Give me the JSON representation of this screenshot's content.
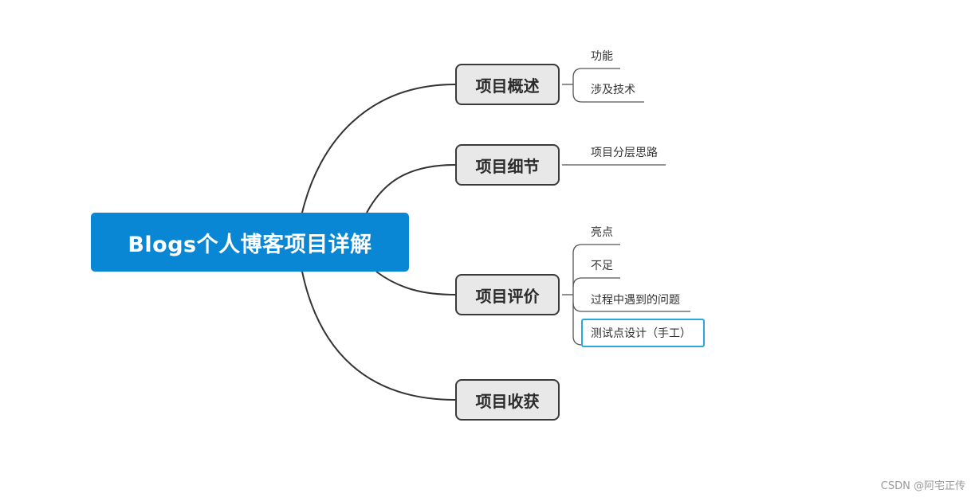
{
  "root": {
    "label": "Blogs个人博客项目详解",
    "color": "#0a87d4"
  },
  "topics": [
    {
      "label": "项目概述",
      "children": [
        "功能",
        "涉及技术"
      ]
    },
    {
      "label": "项目细节",
      "children": [
        "项目分层思路"
      ]
    },
    {
      "label": "项目评价",
      "children": [
        "亮点",
        "不足",
        "过程中遇到的问题",
        "测试点设计（手工）"
      ]
    },
    {
      "label": "项目收获",
      "children": []
    }
  ],
  "selected_node": "测试点设计（手工）",
  "watermark": "CSDN @阿宅正传"
}
